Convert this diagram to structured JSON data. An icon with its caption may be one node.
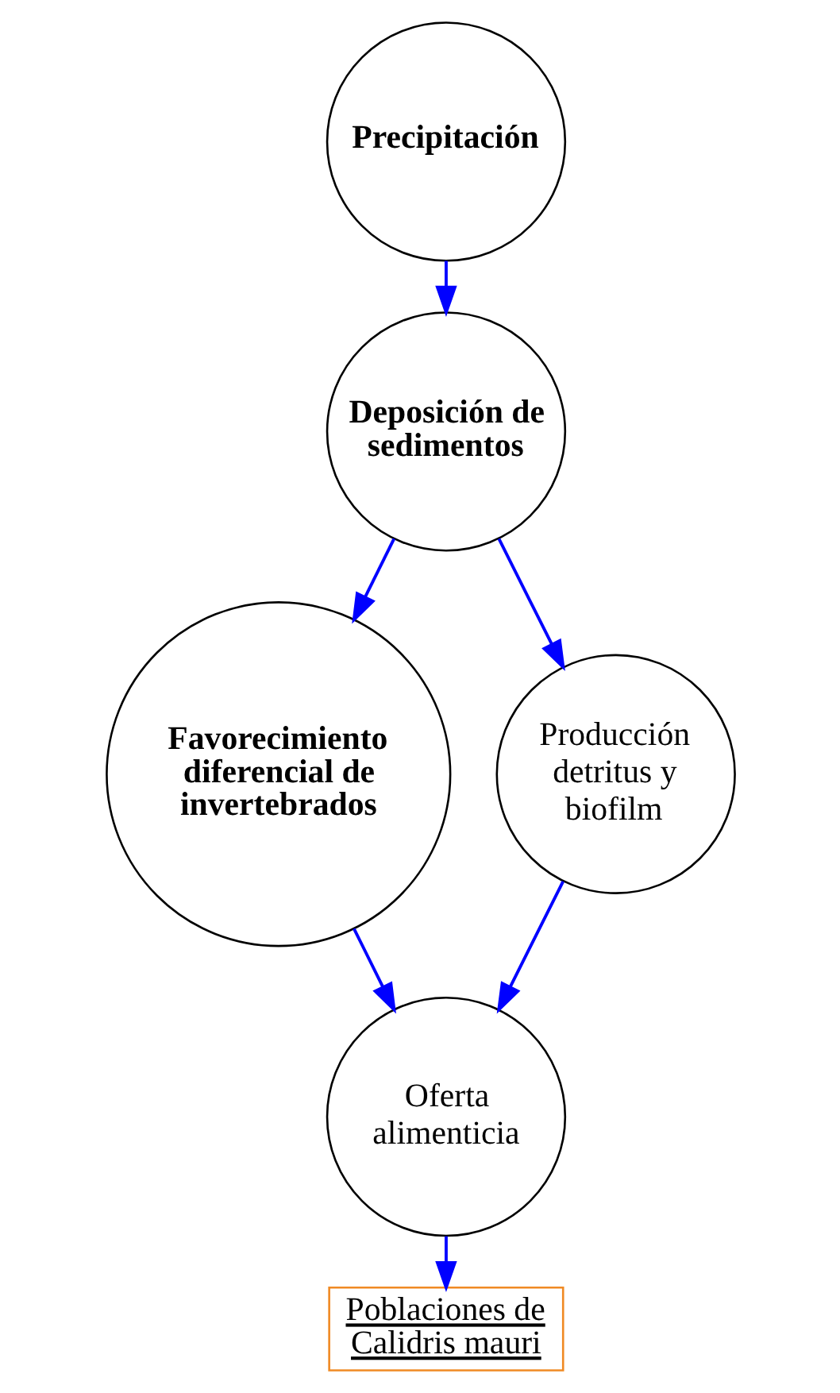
{
  "diagram": {
    "nodes": [
      {
        "text": [
          "Precipitación"
        ]
      },
      {
        "text": [
          "Deposición de sedimentos"
        ]
      },
      {
        "text": [
          "Favorecimiento diferencial de invertebrados"
        ]
      },
      {
        "text": [
          "Producción detritus y biofilm"
        ]
      },
      {
        "text": [
          "Oferta alimenticia"
        ]
      },
      {
        "text": [
          "Poblaciones de Calidris mauri"
        ]
      }
    ],
    "edges": [
      {
        "from": 0,
        "to": 1,
        "arrow": "to"
      },
      {
        "from": 1,
        "to": 2,
        "arrow": "to"
      },
      {
        "from": 1,
        "to": 3,
        "arrow": "to"
      },
      {
        "from": 2,
        "to": 4,
        "arrow": "to"
      },
      {
        "from": 3,
        "to": 4,
        "arrow": "to"
      },
      {
        "from": 4,
        "to": 5,
        "arrow": "to"
      }
    ]
  }
}
